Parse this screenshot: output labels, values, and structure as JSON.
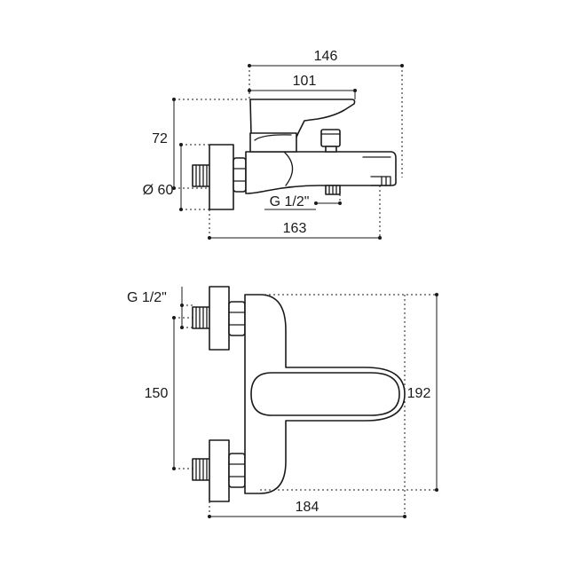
{
  "side_view": {
    "overall_length": "146",
    "lever_length": "101",
    "height": "72",
    "diameter": "Ø 60",
    "outlet_thread": "G 1/2\"",
    "projection": "163"
  },
  "top_view": {
    "inlet_thread": "G 1/2\"",
    "inlet_spacing": "150",
    "depth": "192",
    "width": "184"
  }
}
